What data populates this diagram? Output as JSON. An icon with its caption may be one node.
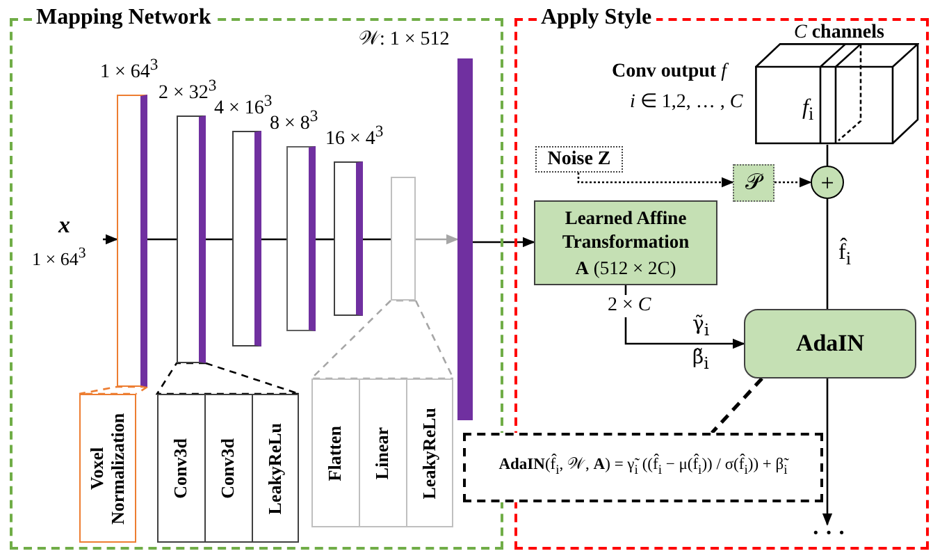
{
  "diagram": {
    "nodes": [
      {
        "text": [
          "Mapping Network"
        ]
      },
      {
        "text": [
          "Apply Style"
        ]
      },
      {
        "text": [
          "x",
          "1 × 64$^{3}$"
        ],
        "in": 0
      },
      {
        "text": [],
        "shape": "box",
        "beside": [
          "1 × 64$^{3}$"
        ],
        "in": 0
      },
      {
        "text": [],
        "shape": "box",
        "beside": [
          "2 × 32$^{3}$"
        ],
        "in": 0
      },
      {
        "text": [],
        "shape": "box",
        "beside": [
          "4 × 16$^{3}$"
        ],
        "in": 0
      },
      {
        "text": [],
        "shape": "box",
        "beside": [
          "8 × 8$^{3}$"
        ],
        "in": 0
      },
      {
        "text": [],
        "shape": "box",
        "beside": [
          "16 × 4$^{3}$"
        ],
        "in": 0
      },
      {
        "text": [],
        "shape": "box",
        "in": 0
      },
      {
        "text": [],
        "shape": "bar",
        "beside": [
          "𝒲: 1 × 512"
        ],
        "in": 0
      },
      {
        "text": [
          "Voxel Normalization"
        ],
        "in": 0
      },
      {
        "text": [],
        "shape": "box",
        "in": 0
      },
      {
        "text": [
          "Conv3d"
        ],
        "in": 11
      },
      {
        "text": [
          "Conv3d"
        ],
        "in": 11
      },
      {
        "text": [
          "LeakyReLu"
        ],
        "in": 11
      },
      {
        "text": [],
        "shape": "box",
        "in": 0
      },
      {
        "text": [
          "Flatten"
        ],
        "in": 15
      },
      {
        "text": [
          "Linear"
        ],
        "in": 15
      },
      {
        "text": [
          "LeakyReLu"
        ],
        "in": 15
      },
      {
        "text": [
          "Learned Affine Transformation",
          "**A** (512 × 2C)"
        ],
        "in": 1
      },
      {
        "text": [
          "Noise Z"
        ],
        "in": 1
      },
      {
        "text": [
          "𝒫"
        ],
        "in": 1
      },
      {
        "text": [
          "+"
        ],
        "in": 1
      },
      {
        "text": [
          "*f*$_{i}$"
        ],
        "beside": [
          "*C* **channels**",
          "**Conv output** *f*",
          "*i* ∈ 1,2, … , *C*"
        ],
        "in": 1
      },
      {
        "text": [
          "AdaIN"
        ],
        "in": 1
      },
      {
        "text": [
          "**AdaIN**(f̂$_{i}$, 𝒲, **A**) = γ̃$_{i}$ ((f̂$_{i}$ − μ(f̂$_{i}$)) / σ(f̂$_{i}$)) + β̃$_{i}$"
        ]
      },
      {
        "text": [
          "· · ·"
        ],
        "in": 1
      }
    ],
    "edges": [
      {
        "from": 2,
        "to": 3,
        "arrow": "to"
      },
      {
        "from": 3,
        "to": 4,
        "arrow": "none"
      },
      {
        "from": 4,
        "to": 5,
        "arrow": "none"
      },
      {
        "from": 5,
        "to": 6,
        "arrow": "none"
      },
      {
        "from": 6,
        "to": 7,
        "arrow": "none"
      },
      {
        "from": 7,
        "to": 8,
        "arrow": "none"
      },
      {
        "from": 8,
        "to": 9,
        "arrow": "to",
        "color": "#a6a6a6"
      },
      {
        "from": 9,
        "to": 19,
        "arrow": "to"
      },
      {
        "from": 3,
        "to": 10,
        "arrow": "none",
        "style": "dashed",
        "color": "#ed7d31"
      },
      {
        "from": 4,
        "to": 11,
        "arrow": "none",
        "style": "dashed"
      },
      {
        "from": 8,
        "to": 15,
        "arrow": "none",
        "style": "dashed",
        "color": "#a6a6a6"
      },
      {
        "from": 20,
        "to": 21,
        "arrow": "to",
        "style": "dashed"
      },
      {
        "from": 21,
        "to": 22,
        "arrow": "to",
        "style": "dashed"
      },
      {
        "from": 23,
        "to": 22,
        "arrow": "none"
      },
      {
        "from": 22,
        "to": 24,
        "arrow": "none",
        "label": "f̂$_{i}$"
      },
      {
        "from": 19,
        "to": 24,
        "arrow": "to",
        "label": "2 × *C*"
      },
      {
        "from": 24,
        "to": 25,
        "arrow": "none",
        "style": "dashed"
      },
      {
        "from": 24,
        "to": 26,
        "arrow": "to"
      }
    ],
    "labels": [
      "γ̃$_{i}$",
      "β̃$_{i}$"
    ]
  }
}
